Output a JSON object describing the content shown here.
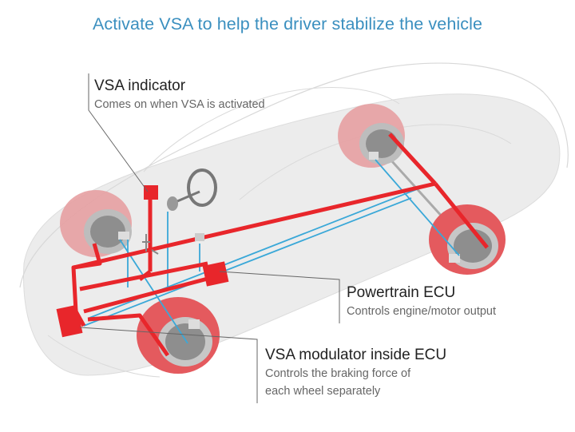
{
  "title": "Activate VSA to help the driver stabilize the vehicle",
  "colors": {
    "title": "#3a8fbf",
    "brake_line": "#e8262b",
    "sensor_line": "#3aa8d8",
    "wheel_tire": "#e45a5e",
    "car_body": "#ebebeb"
  },
  "labels": {
    "vsa_indicator": {
      "heading": "VSA indicator",
      "description": "Comes on when VSA is activated"
    },
    "powertrain_ecu": {
      "heading": "Powertrain ECU",
      "description": "Controls engine/motor output"
    },
    "vsa_modulator": {
      "heading": "VSA modulator inside ECU",
      "description_line1": "Controls the braking force of",
      "description_line2": "each wheel separately"
    }
  }
}
